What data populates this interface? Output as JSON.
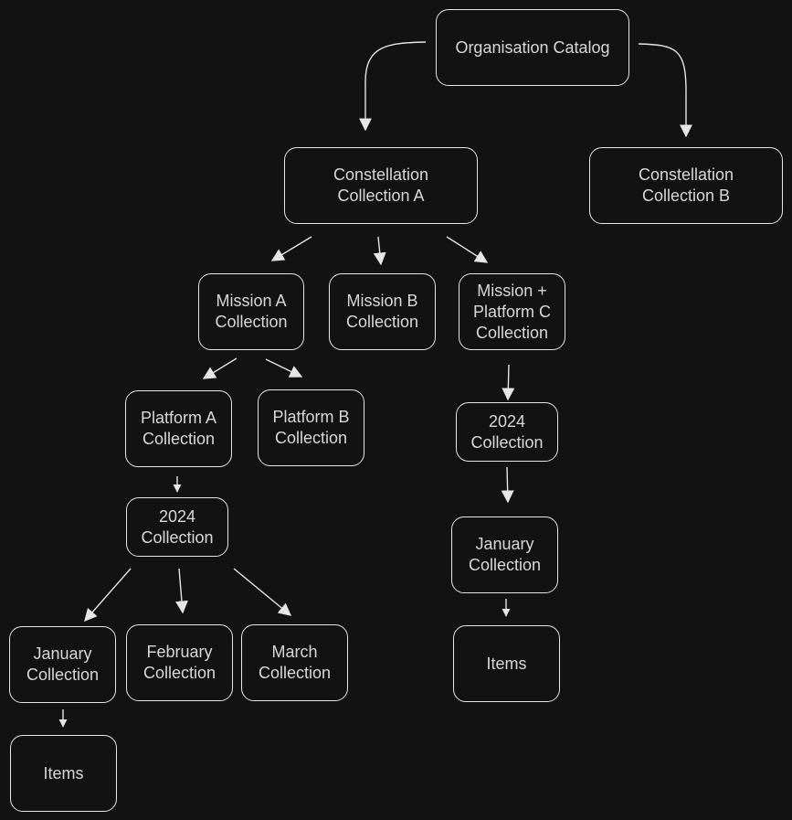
{
  "diagram": {
    "nodes": {
      "org_catalog": "Organisation Catalog",
      "constellation_a": "Constellation\nCollection A",
      "constellation_b": "Constellation\nCollection B",
      "mission_a": "Mission A\nCollection",
      "mission_b": "Mission B\nCollection",
      "mission_platform_c": "Mission +\nPlatform C\nCollection",
      "platform_a": "Platform A\nCollection",
      "platform_b": "Platform B\nCollection",
      "year_2024_a": "2024\nCollection",
      "year_2024_c": "2024\nCollection",
      "january_a": "January\nCollection",
      "february_a": "February\nCollection",
      "march_a": "March\nCollection",
      "january_c": "January\nCollection",
      "items_a": "Items",
      "items_c": "Items"
    },
    "edges": [
      [
        "org_catalog",
        "constellation_a"
      ],
      [
        "org_catalog",
        "constellation_b"
      ],
      [
        "constellation_a",
        "mission_a"
      ],
      [
        "constellation_a",
        "mission_b"
      ],
      [
        "constellation_a",
        "mission_platform_c"
      ],
      [
        "mission_a",
        "platform_a"
      ],
      [
        "mission_a",
        "platform_b"
      ],
      [
        "platform_a",
        "year_2024_a"
      ],
      [
        "year_2024_a",
        "january_a"
      ],
      [
        "year_2024_a",
        "february_a"
      ],
      [
        "year_2024_a",
        "march_a"
      ],
      [
        "january_a",
        "items_a"
      ],
      [
        "mission_platform_c",
        "year_2024_c"
      ],
      [
        "year_2024_c",
        "january_c"
      ],
      [
        "january_c",
        "items_c"
      ]
    ],
    "colors": {
      "background": "#121212",
      "stroke": "#e6e6e6",
      "text": "#d8d8d8"
    }
  }
}
